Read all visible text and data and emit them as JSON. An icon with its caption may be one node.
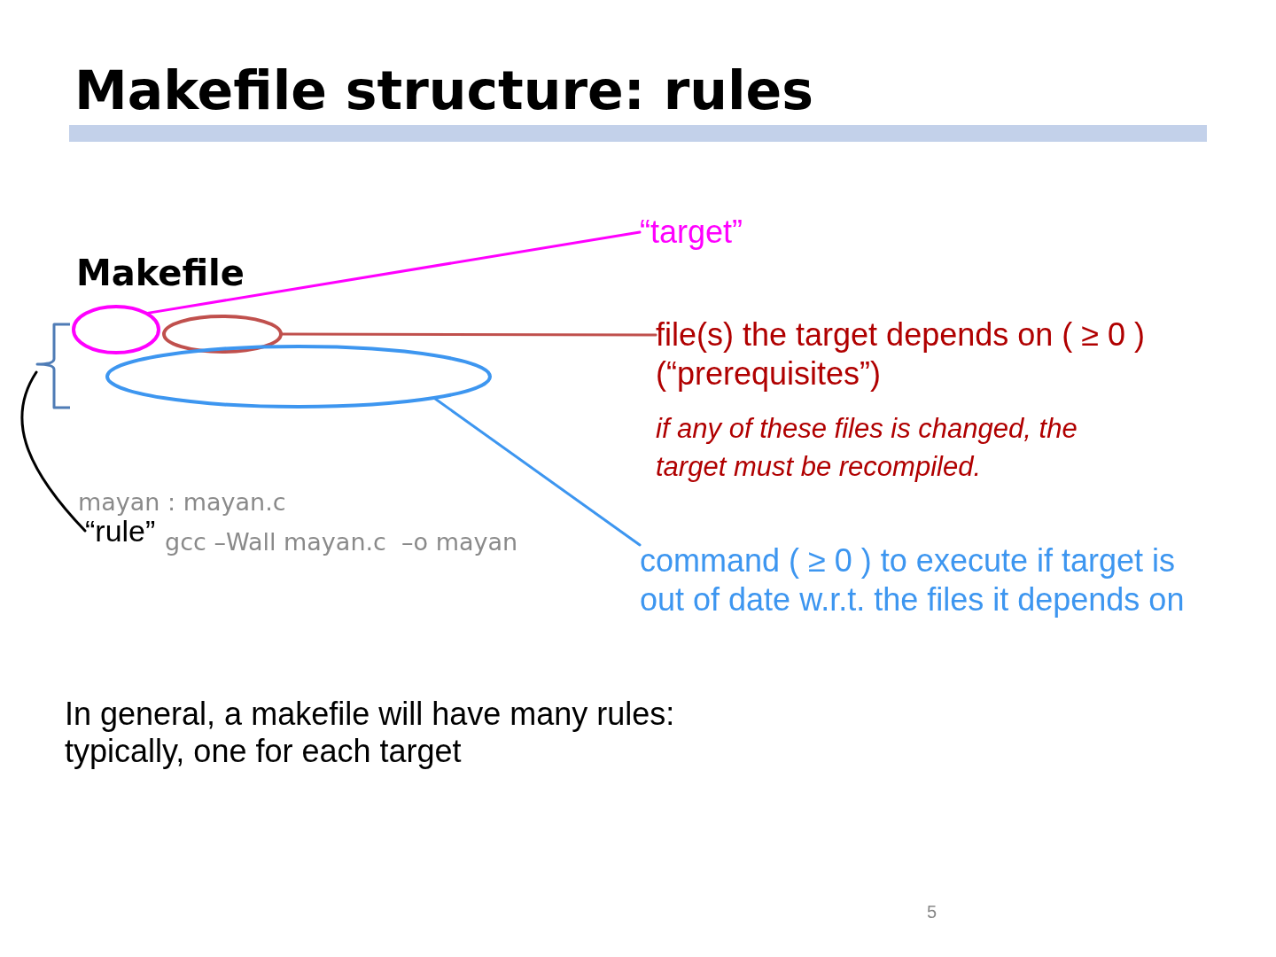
{
  "diagram": {
    "title": "Makefile structure: rules",
    "nodes": [
      {
        "text": [
          "“target”"
        ]
      },
      {
        "text": [],
        "shape": "ellipse"
      },
      {
        "text": [],
        "shape": "ellipse"
      },
      {
        "text": [
          "file(s) the target depends on ( ≥ 0 ) (“prerequisites”)",
          "if any of these files is changed, the target must be recompiled."
        ]
      },
      {
        "text": [],
        "shape": "brace"
      },
      {
        "text": [],
        "shape": "ellipse"
      },
      {
        "text": [
          "“rule”"
        ]
      },
      {
        "text": [
          "command ( ≥ 0 ) to execute if target is out of date w.r.t. the files it depends on"
        ]
      }
    ],
    "edges": [
      {
        "from": 0,
        "to": 1,
        "arrow": "none",
        "color": "#ff00ff"
      },
      {
        "from": 3,
        "to": 2,
        "arrow": "none",
        "color": "#c0504d"
      },
      {
        "from": 7,
        "to": 5,
        "arrow": "none",
        "color": "#3d96f0"
      },
      {
        "from": 6,
        "to": 4,
        "arrow": "none",
        "color": "#000000"
      }
    ],
    "labels": [
      "Makefile",
      "mayan : mayan.c",
      "gcc –Wall mayan.c  –o mayan",
      "In general, a makefile will have many rules: typically, one for each target",
      "5"
    ]
  }
}
